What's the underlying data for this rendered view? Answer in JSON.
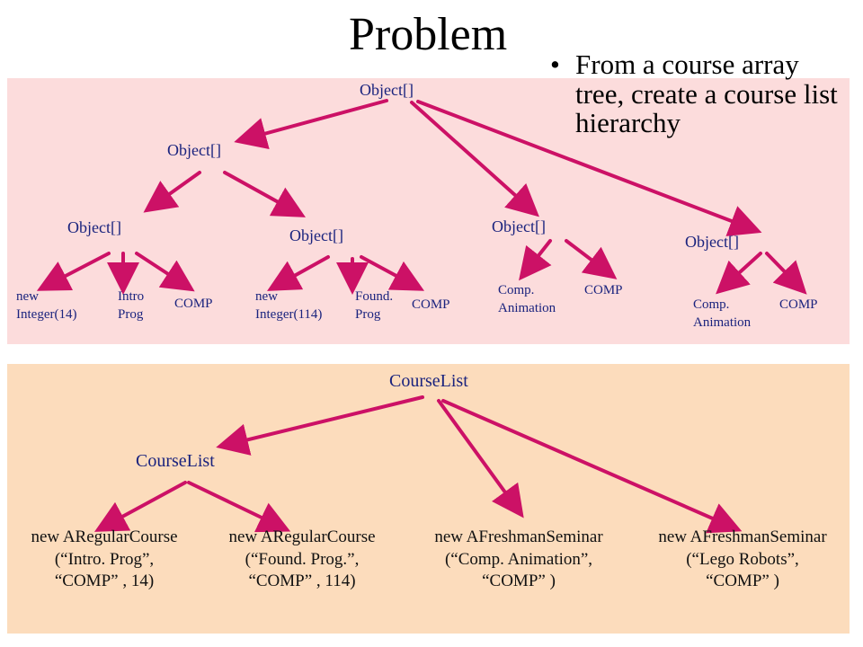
{
  "title": "Problem",
  "bullet": "From a course array tree, create a course list hierarchy",
  "colors": {
    "top_panel": "#fcdcdc",
    "bottom_panel": "#fcdcbc",
    "arrow": "#cc1166",
    "label_blue": "#1a237e"
  },
  "array_tree": {
    "root": "Object[]",
    "left_child": "Object[]",
    "node_a": "Object[]",
    "node_b": "Object[]",
    "node_c": "Object[]",
    "node_d": "Object[]",
    "a_leaves": [
      "new\nInteger(14)",
      "Intro\nProg",
      "COMP"
    ],
    "b_leaves": [
      "new\nInteger(114)",
      "Found.\nProg",
      "COMP"
    ],
    "c_leaves": [
      "Comp.\nAnimation",
      "COMP"
    ],
    "d_leaves": [
      "Comp.\nAnimation",
      "COMP"
    ]
  },
  "course_tree": {
    "root": "CourseList",
    "child": "CourseList",
    "courses": [
      "new ARegularCourse\n(“Intro. Prog”,\n“COMP” , 14)",
      "new ARegularCourse\n(“Found. Prog.”,\n“COMP” , 114)",
      "new AFreshmanSeminar\n(“Comp. Animation”,\n“COMP” )",
      "new AFreshmanSeminar\n(“Lego Robots”,\n“COMP” )"
    ]
  }
}
